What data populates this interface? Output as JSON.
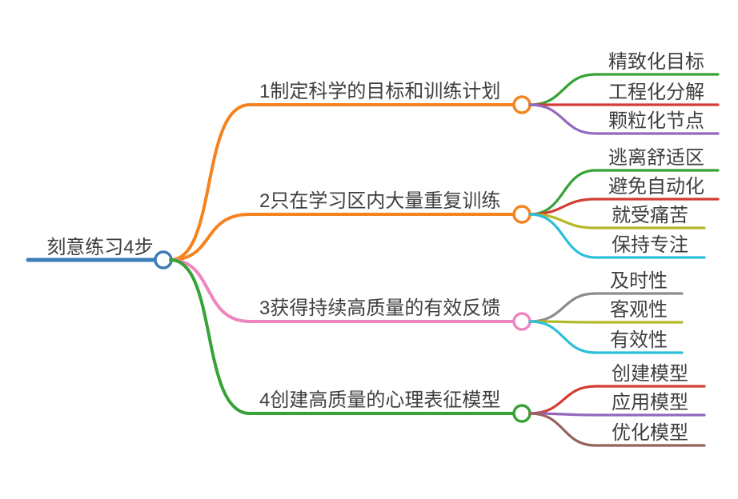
{
  "canvas": {
    "background": "#ffffff",
    "text_color": "#3f3f3f"
  },
  "root": {
    "label": "刻意练习4步",
    "color": "#3c7db8"
  },
  "branches": [
    {
      "label": "1制定科学的目标和训练计划",
      "color": "#f5831f",
      "children": [
        {
          "label": "精致化目标",
          "color": "#37a337"
        },
        {
          "label": "工程化分解",
          "color": "#d43d34"
        },
        {
          "label": "颗粒化节点",
          "color": "#9468bd"
        }
      ]
    },
    {
      "label": "2只在学习区内大量重复训练",
      "color": "#f5831f",
      "children": [
        {
          "label": "逃离舒适区",
          "color": "#37a337"
        },
        {
          "label": "避免自动化",
          "color": "#d43d34"
        },
        {
          "label": "就受痛苦",
          "color": "#b4b929"
        },
        {
          "label": "保持专注",
          "color": "#2cbfd9"
        }
      ]
    },
    {
      "label": "3获得持续高质量的有效反馈",
      "color": "#ee85c0",
      "children": [
        {
          "label": "及时性",
          "color": "#8c8c8c"
        },
        {
          "label": "客观性",
          "color": "#b4b929"
        },
        {
          "label": "有效性",
          "color": "#2cbfd9"
        }
      ]
    },
    {
      "label": "4创建高质量的心理表征模型",
      "color": "#37a337",
      "children": [
        {
          "label": "创建模型",
          "color": "#d43d34"
        },
        {
          "label": "应用模型",
          "color": "#9468bd"
        },
        {
          "label": "优化模型",
          "color": "#95635b"
        }
      ]
    }
  ]
}
